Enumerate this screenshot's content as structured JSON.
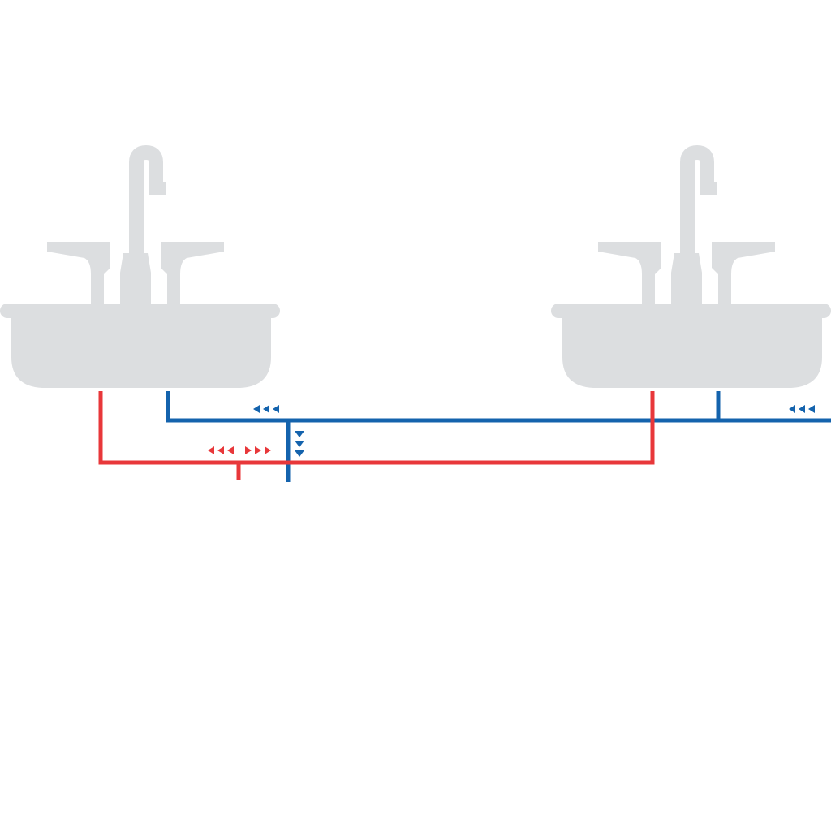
{
  "colors": {
    "background": "#ffffff",
    "fixture": "#dcdee0",
    "hot_water": "#e8373a",
    "cold_water": "#1463ad"
  },
  "fixtures": [
    {
      "name": "sink-left",
      "icon": "sink-icon"
    },
    {
      "name": "sink-right",
      "icon": "sink-icon"
    }
  ],
  "flow_indicators": [
    {
      "name": "cold-flow-arrows-top-left",
      "line": "cold",
      "direction": "left"
    },
    {
      "name": "cold-flow-arrows-down",
      "line": "cold",
      "direction": "down"
    },
    {
      "name": "cold-flow-arrows-right",
      "line": "cold",
      "direction": "left"
    },
    {
      "name": "hot-flow-arrows-left",
      "line": "hot",
      "direction": "left"
    },
    {
      "name": "hot-flow-arrows-right",
      "line": "hot",
      "direction": "right"
    }
  ]
}
